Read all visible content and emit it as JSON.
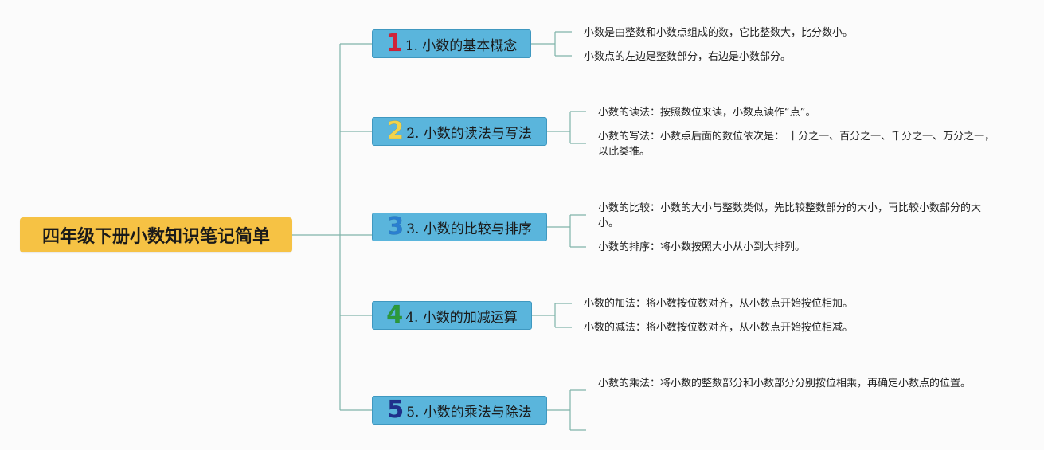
{
  "root": {
    "label": "四年级下册小数知识笔记简单"
  },
  "topics": [
    {
      "number": "1",
      "number_color": "#d0243a",
      "label": "1. 小数的基本概念",
      "leaves": [
        "小数是由整数和小数点组成的数，它比整数大，比分数小。",
        "小数点的左边是整数部分，右边是小数部分。"
      ]
    },
    {
      "number": "2",
      "number_color": "#f2d34a",
      "label": "2. 小数的读法与写法",
      "leaves": [
        "小数的读法：按照数位来读，小数点读作“点”。",
        "小数的写法：小数点后面的数位依次是： 十分之一、百分之一、千分之一、万分之一，以此类推。"
      ]
    },
    {
      "number": "3",
      "number_color": "#2a7fd0",
      "label": "3. 小数的比较与排序",
      "leaves": [
        "小数的比较：小数的大小与整数类似，先比较整数部分的大小，再比较小数部分的大小。",
        "小数的排序：将小数按照大小从小到大排列。"
      ]
    },
    {
      "number": "4",
      "number_color": "#2c9a3a",
      "label": "4. 小数的加减运算",
      "leaves": [
        "小数的加法：将小数按位数对齐，从小数点开始按位相加。",
        "小数的减法：将小数按位数对齐，从小数点开始按位相减。"
      ]
    },
    {
      "number": "5",
      "number_color": "#1f2f8c",
      "label": "5. 小数的乘法与除法",
      "leaves": [
        "小数的乘法：将小数的整数部分和小数部分分别按位相乘，再确定小数点的位置。",
        ""
      ]
    }
  ],
  "colors": {
    "connector": "#7fb3a9",
    "root_fill": "#f6c244",
    "topic_fill": "#5ab5dc"
  }
}
